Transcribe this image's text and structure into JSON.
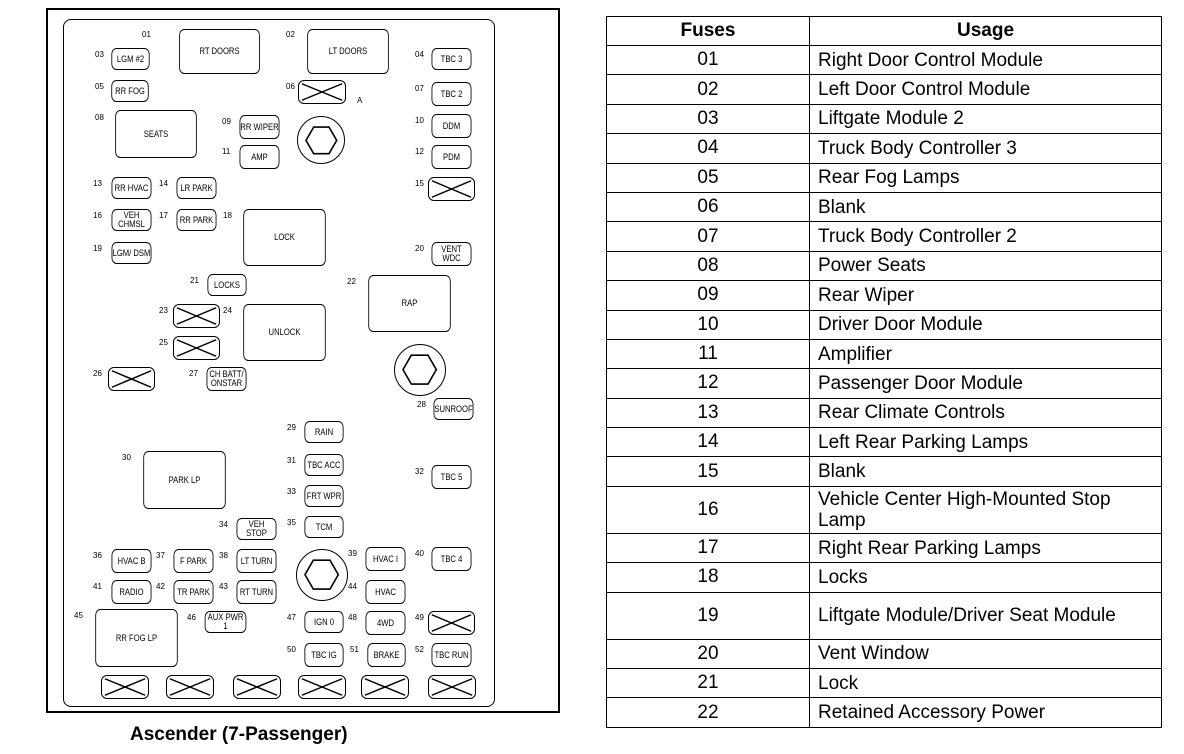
{
  "caption": "Ascender (7-Passenger)",
  "table": {
    "headers": [
      "Fuses",
      "Usage"
    ],
    "rows": [
      {
        "fuse": "01",
        "usage": "Right Door Control Module"
      },
      {
        "fuse": "02",
        "usage": "Left Door Control Module"
      },
      {
        "fuse": "03",
        "usage": "Liftgate Module 2"
      },
      {
        "fuse": "04",
        "usage": "Truck Body Controller 3"
      },
      {
        "fuse": "05",
        "usage": "Rear Fog Lamps"
      },
      {
        "fuse": "06",
        "usage": "Blank"
      },
      {
        "fuse": "07",
        "usage": "Truck Body Controller 2"
      },
      {
        "fuse": "08",
        "usage": "Power Seats"
      },
      {
        "fuse": "09",
        "usage": "Rear Wiper"
      },
      {
        "fuse": "10",
        "usage": "Driver Door Module"
      },
      {
        "fuse": "11",
        "usage": "Amplifier"
      },
      {
        "fuse": "12",
        "usage": "Passenger Door Module"
      },
      {
        "fuse": "13",
        "usage": "Rear Climate Controls"
      },
      {
        "fuse": "14",
        "usage": "Left Rear Parking Lamps"
      },
      {
        "fuse": "15",
        "usage": "Blank"
      },
      {
        "fuse": "16",
        "usage": "Vehicle Center High-Mounted Stop Lamp",
        "tall": true
      },
      {
        "fuse": "17",
        "usage": "Right Rear Parking Lamps"
      },
      {
        "fuse": "18",
        "usage": "Locks"
      },
      {
        "fuse": "19",
        "usage": "Liftgate Module/Driver Seat Module",
        "tall": true
      },
      {
        "fuse": "20",
        "usage": "Vent Window"
      },
      {
        "fuse": "21",
        "usage": "Lock"
      },
      {
        "fuse": "22",
        "usage": "Retained Accessory Power"
      }
    ]
  },
  "diagram": {
    "a_label": "A",
    "fuses": [
      {
        "num": "01",
        "label": "RT DOORS"
      },
      {
        "num": "02",
        "label": "LT DOORS"
      },
      {
        "num": "03",
        "label": "LGM #2"
      },
      {
        "num": "04",
        "label": "TBC 3"
      },
      {
        "num": "05",
        "label": "RR FOG"
      },
      {
        "num": "06",
        "label": ""
      },
      {
        "num": "07",
        "label": "TBC 2"
      },
      {
        "num": "08",
        "label": "SEATS"
      },
      {
        "num": "09",
        "label": "RR WIPER"
      },
      {
        "num": "10",
        "label": "DDM"
      },
      {
        "num": "11",
        "label": "AMP"
      },
      {
        "num": "12",
        "label": "PDM"
      },
      {
        "num": "13",
        "label": "RR HVAC"
      },
      {
        "num": "14",
        "label": "LR PARK"
      },
      {
        "num": "15",
        "label": ""
      },
      {
        "num": "16",
        "label": "VEH CHMSL"
      },
      {
        "num": "17",
        "label": "RR PARK"
      },
      {
        "num": "18",
        "label": "LOCK"
      },
      {
        "num": "19",
        "label": "LGM/ DSM"
      },
      {
        "num": "20",
        "label": "VENT WDC"
      },
      {
        "num": "21",
        "label": "LOCKS"
      },
      {
        "num": "22",
        "label": "RAP"
      },
      {
        "num": "23",
        "label": ""
      },
      {
        "num": "24",
        "label": "UNLOCK"
      },
      {
        "num": "25",
        "label": ""
      },
      {
        "num": "26",
        "label": ""
      },
      {
        "num": "27",
        "label": "CH BATT/ ONSTAR"
      },
      {
        "num": "28",
        "label": "SUNROOF"
      },
      {
        "num": "29",
        "label": "RAIN"
      },
      {
        "num": "30",
        "label": "PARK LP"
      },
      {
        "num": "31",
        "label": "TBC ACC"
      },
      {
        "num": "32",
        "label": "TBC 5"
      },
      {
        "num": "33",
        "label": "FRT WPR"
      },
      {
        "num": "34",
        "label": "VEH STOP"
      },
      {
        "num": "35",
        "label": "TCM"
      },
      {
        "num": "36",
        "label": "HVAC B"
      },
      {
        "num": "37",
        "label": "F PARK"
      },
      {
        "num": "38",
        "label": "LT TURN"
      },
      {
        "num": "39",
        "label": "HVAC I"
      },
      {
        "num": "40",
        "label": "TBC 4"
      },
      {
        "num": "41",
        "label": "RADIO"
      },
      {
        "num": "42",
        "label": "TR PARK"
      },
      {
        "num": "43",
        "label": "RT TURN"
      },
      {
        "num": "44",
        "label": "HVAC"
      },
      {
        "num": "45",
        "label": "RR FOG LP"
      },
      {
        "num": "46",
        "label": "AUX PWR 1"
      },
      {
        "num": "47",
        "label": "IGN 0"
      },
      {
        "num": "48",
        "label": "4WD"
      },
      {
        "num": "49",
        "label": ""
      },
      {
        "num": "50",
        "label": "TBC IG"
      },
      {
        "num": "51",
        "label": "BRAKE"
      },
      {
        "num": "52",
        "label": "TBC RUN"
      }
    ]
  }
}
